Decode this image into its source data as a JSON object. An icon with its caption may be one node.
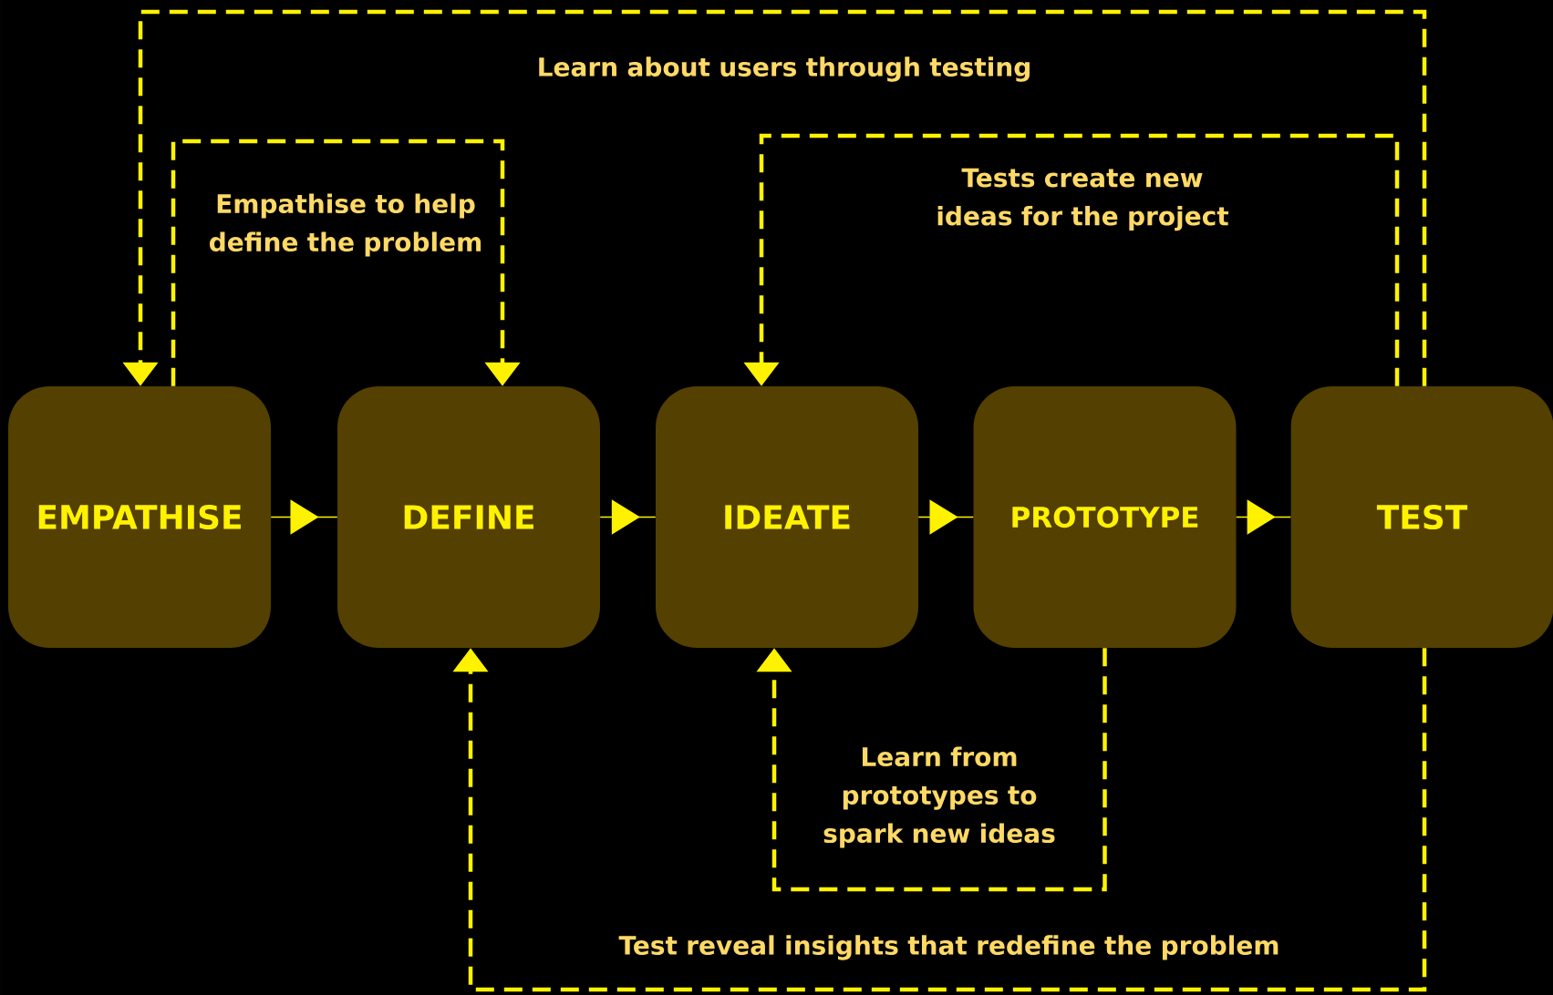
{
  "diagram": {
    "nodes": [
      {
        "text": [
          "EMPATHISE"
        ]
      },
      {
        "text": [
          "DEFINE"
        ]
      },
      {
        "text": [
          "IDEATE"
        ]
      },
      {
        "text": [
          "PROTOTYPE"
        ]
      },
      {
        "text": [
          "TEST"
        ]
      }
    ],
    "edges": [
      {
        "from": 0,
        "to": 1,
        "arrow": "to"
      },
      {
        "from": 1,
        "to": 2,
        "arrow": "to"
      },
      {
        "from": 2,
        "to": 3,
        "arrow": "to"
      },
      {
        "from": 3,
        "to": 4,
        "arrow": "to"
      },
      {
        "from": 4,
        "to": 0,
        "arrow": "to",
        "style": "dashed",
        "label": "Learn about users through testing"
      },
      {
        "from": 0,
        "to": 1,
        "arrow": "to",
        "style": "dashed",
        "label": "Empathise to help define the problem"
      },
      {
        "from": 4,
        "to": 2,
        "arrow": "to",
        "style": "dashed",
        "label": "Tests create new ideas for the project"
      },
      {
        "from": 3,
        "to": 2,
        "arrow": "to",
        "style": "dashed",
        "label": "Learn from prototypes to spark new ideas"
      },
      {
        "from": 4,
        "to": 1,
        "arrow": "to",
        "style": "dashed",
        "label": "Test reveal insights that redefine the problem"
      }
    ]
  }
}
